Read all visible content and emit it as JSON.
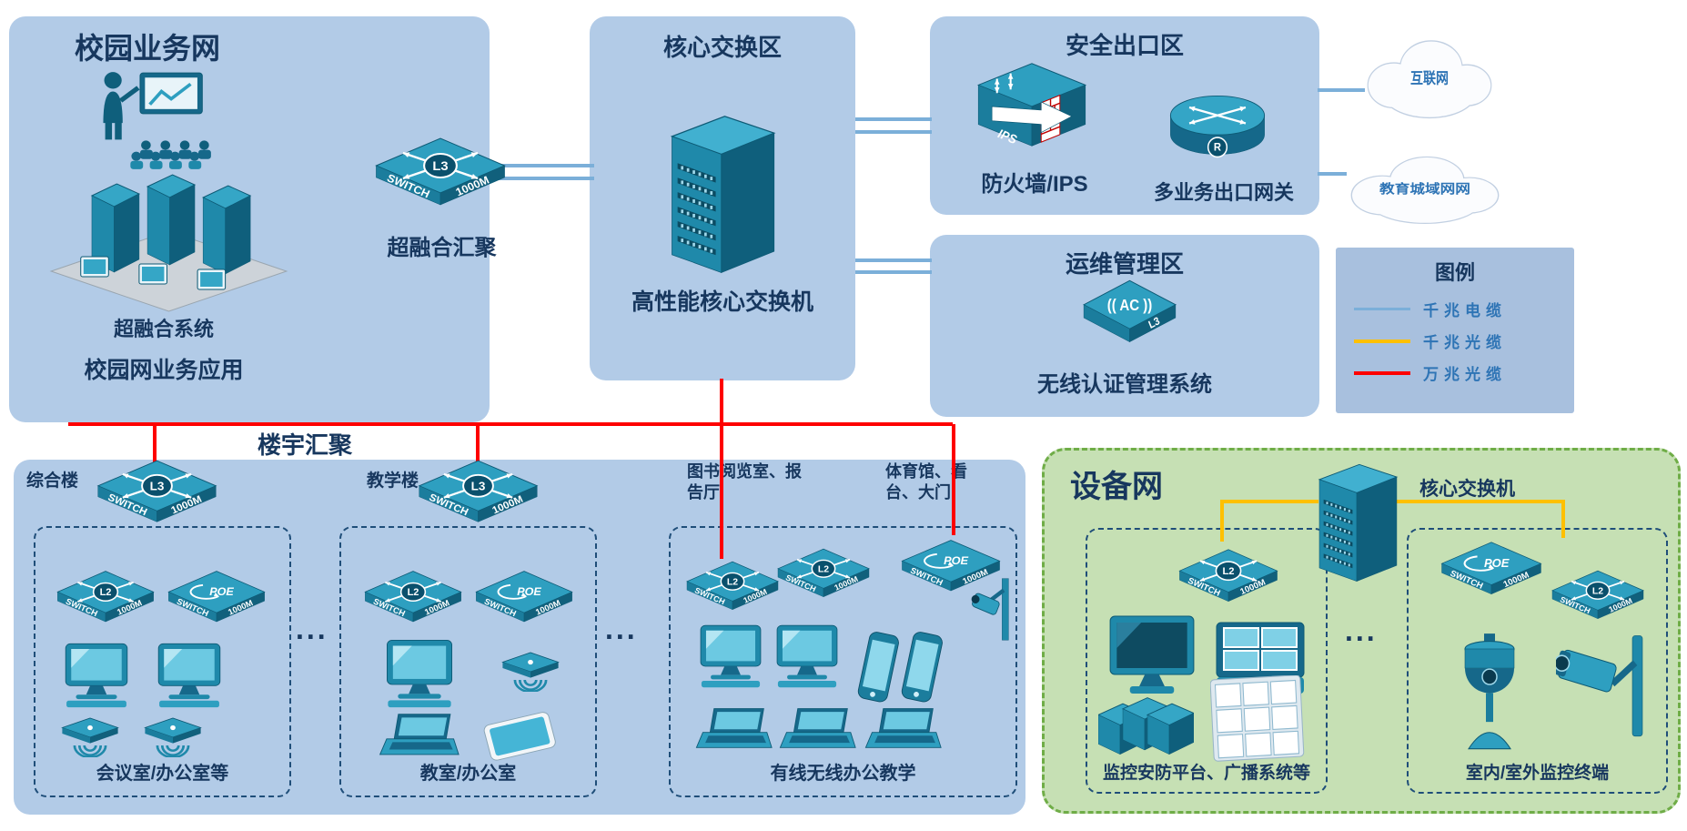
{
  "icons": {
    "switch_word": "SWITCH",
    "speed": "1000M",
    "l2": "L2",
    "l3": "L3",
    "poe": "POE",
    "ips": "IPS",
    "ac": "AC",
    "r": "R",
    "video": "VIDEO"
  },
  "colors": {
    "panel_blue": "#b2cbe7",
    "panel_green": "#c6e0b4",
    "gigabit_cable": "#7bafd9",
    "gigabit_fiber": "#ffc000",
    "ten_gigabit_fiber": "#fe0000"
  },
  "campus_business": {
    "title": "校园业务网",
    "system_label": "超融合系统",
    "app_label": "校园网业务应用"
  },
  "aggregation": {
    "label": "超融合汇聚"
  },
  "core_area": {
    "title": "核心交换区",
    "device_label": "高性能核心交换机"
  },
  "security_area": {
    "title": "安全出口区",
    "firewall_label": "防火墙/IPS",
    "gateway_label": "多业务出口网关"
  },
  "clouds": {
    "internet": "互联网",
    "edu_wan": "教育城域网网"
  },
  "ops_area": {
    "title": "运维管理区",
    "device_label": "无线认证管理系统"
  },
  "legend": {
    "title": "图例",
    "items": [
      {
        "label": "千兆电缆",
        "color": "#7bafd9"
      },
      {
        "label": "千兆光缆",
        "color": "#ffc000"
      },
      {
        "label": "万兆光缆",
        "color": "#fe0000"
      }
    ]
  },
  "building_aggregation": "楼宇汇聚",
  "buildings": {
    "b1_name": "综合楼",
    "b1_rooms": "会议室/办公室等",
    "b2_name": "教学楼",
    "b2_rooms": "教室/办公室",
    "b3_name_a": "图书阅览室、报告厅",
    "b3_name_b": "体育馆、看台、大门",
    "b3_rooms": "有线无线办公教学",
    "ellipsis": "..."
  },
  "device_network": {
    "title": "设备网",
    "core_label": "核心交换机",
    "left_label": "监控安防平台、广播系统等",
    "right_label": "室内/室外监控终端",
    "ellipsis": "..."
  }
}
